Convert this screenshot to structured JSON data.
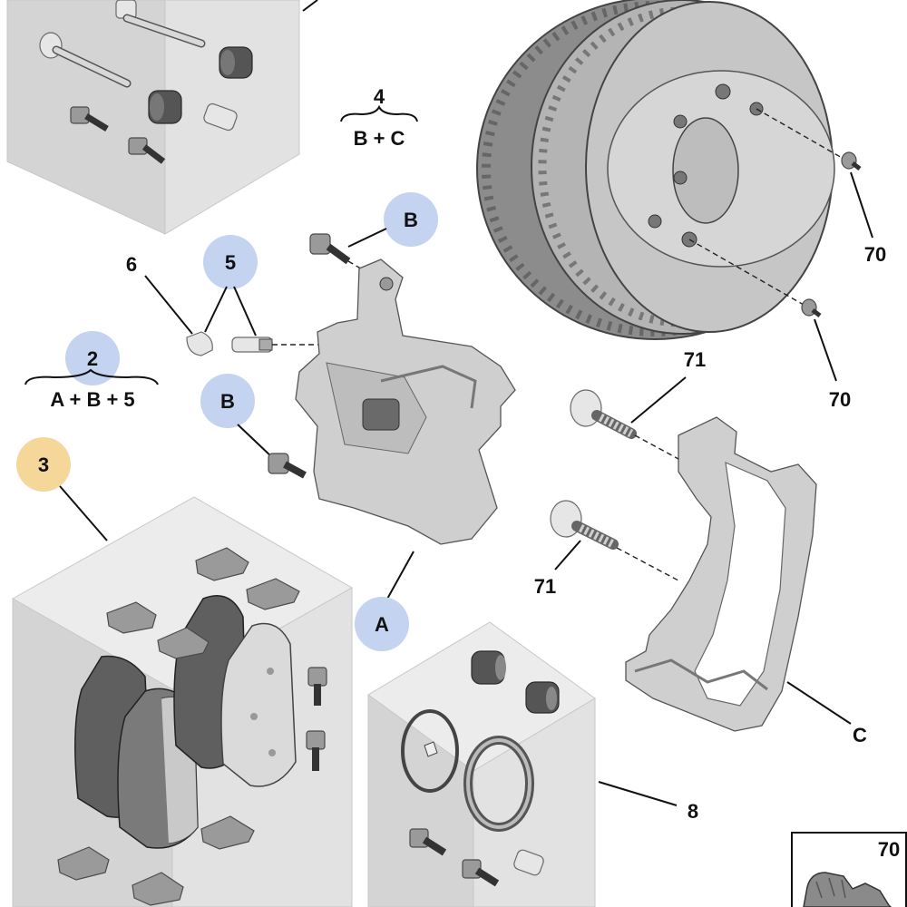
{
  "callouts": {
    "c_4": "4",
    "c_bc": "B + C",
    "c_2": "2",
    "c_ab5": "A + B + 5",
    "c_6": "6",
    "c_5": "5",
    "c_b_top": "B",
    "c_b_mid": "B",
    "c_3": "3",
    "c_a": "A",
    "c_c": "C",
    "c_8": "8",
    "c_70_top": "70",
    "c_70_mid": "70",
    "c_70_box": "70",
    "c_71_top": "71",
    "c_71_mid": "71"
  },
  "colors": {
    "bubble_blue": "#c3d3f0",
    "bubble_orange": "#f5d79a",
    "box_gray": "#dcdcdc",
    "part_gray": "#9a9a9a",
    "text": "#111111"
  }
}
